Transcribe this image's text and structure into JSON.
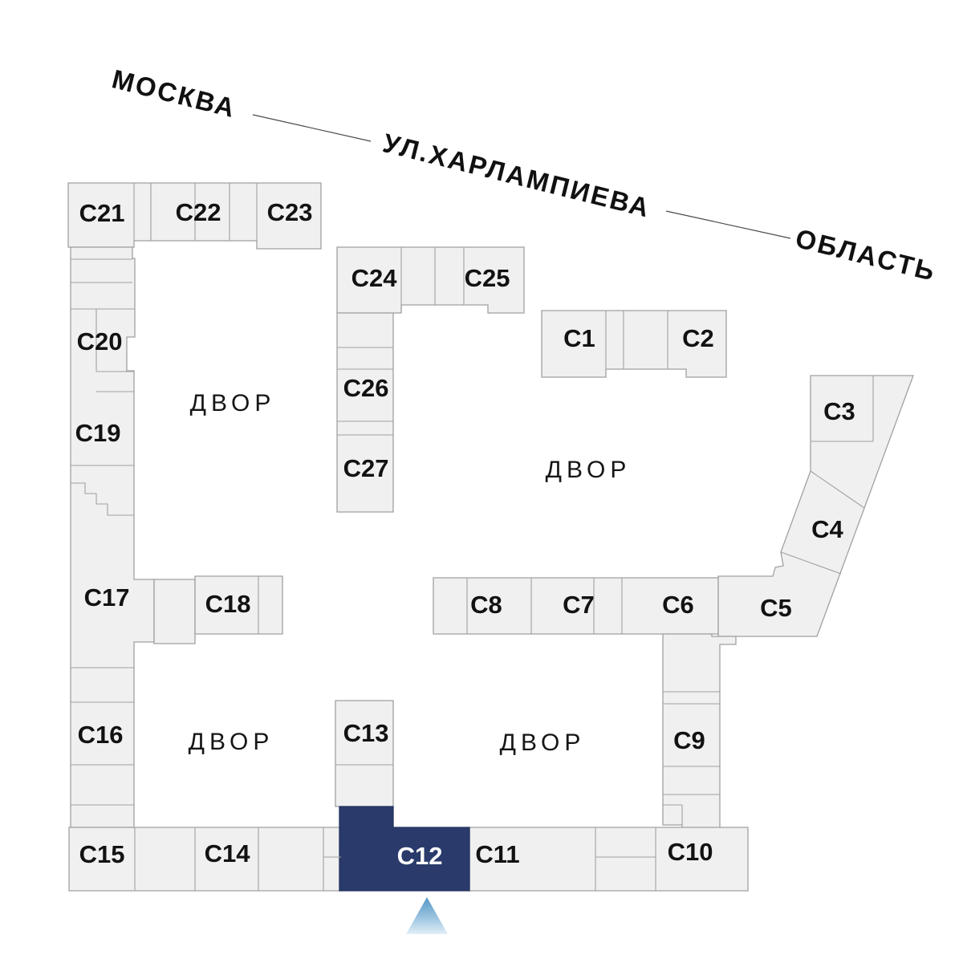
{
  "map": {
    "street_labels": {
      "city": "МОСКВА",
      "street": "УЛ.ХАРЛАМПИЕВА",
      "region": "ОБЛАСТЬ"
    },
    "courtyard_label": "ДВОР",
    "selected_building": "С12",
    "colors": {
      "building_fill": "#f0f0f0",
      "building_stroke": "#a1a1a1",
      "selected_fill": "#293a6b",
      "selected_text": "#ffffff",
      "label_color": "#121212",
      "marker_top": "#4f94c4",
      "marker_bottom": "#e8f3fa"
    },
    "buildings": [
      {
        "id": "c1",
        "label": "С1"
      },
      {
        "id": "c2",
        "label": "С2"
      },
      {
        "id": "c3",
        "label": "С3"
      },
      {
        "id": "c4",
        "label": "С4"
      },
      {
        "id": "c5",
        "label": "С5"
      },
      {
        "id": "c6",
        "label": "С6"
      },
      {
        "id": "c7",
        "label": "С7"
      },
      {
        "id": "c8",
        "label": "С8"
      },
      {
        "id": "c9",
        "label": "С9"
      },
      {
        "id": "c10",
        "label": "С10"
      },
      {
        "id": "c11",
        "label": "С11"
      },
      {
        "id": "c12",
        "label": "С12"
      },
      {
        "id": "c13",
        "label": "С13"
      },
      {
        "id": "c14",
        "label": "С14"
      },
      {
        "id": "c15",
        "label": "С15"
      },
      {
        "id": "c16",
        "label": "С16"
      },
      {
        "id": "c17",
        "label": "С17"
      },
      {
        "id": "c18",
        "label": "С18"
      },
      {
        "id": "c19",
        "label": "С19"
      },
      {
        "id": "c20",
        "label": "С20"
      },
      {
        "id": "c21",
        "label": "С21"
      },
      {
        "id": "c22",
        "label": "С22"
      },
      {
        "id": "c23",
        "label": "С23"
      },
      {
        "id": "c24",
        "label": "С24"
      },
      {
        "id": "c25",
        "label": "С25"
      },
      {
        "id": "c26",
        "label": "С26"
      },
      {
        "id": "c27",
        "label": "С27"
      }
    ]
  }
}
